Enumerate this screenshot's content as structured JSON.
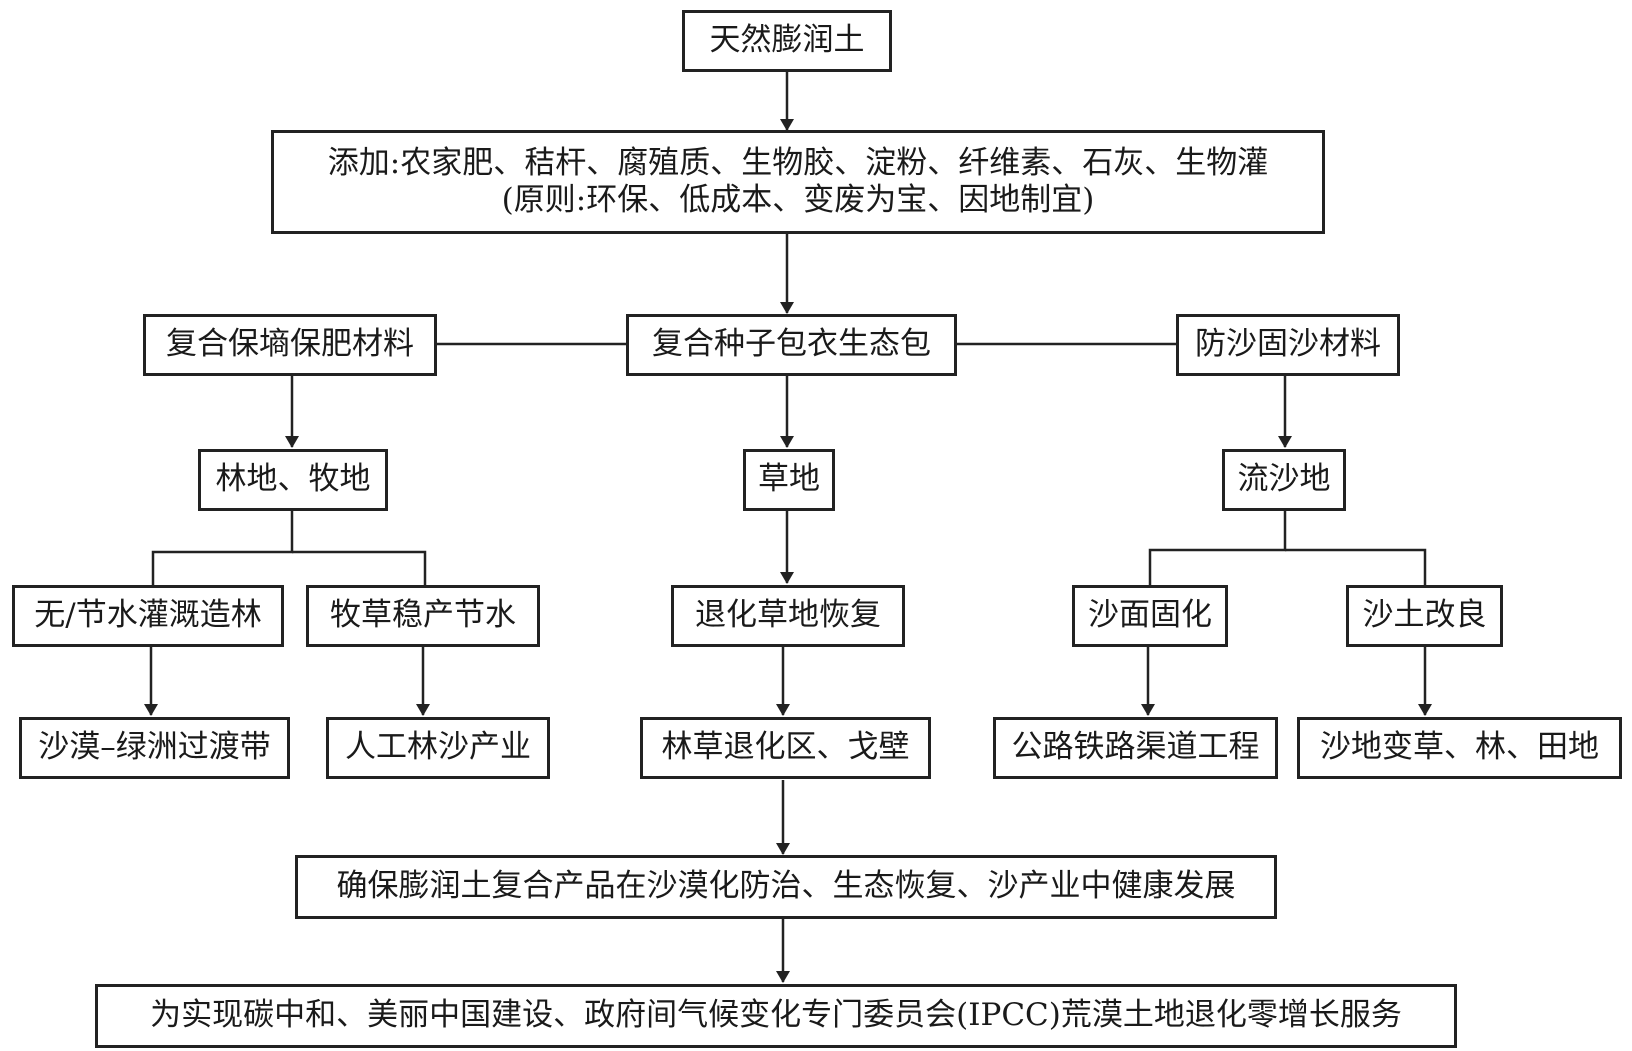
{
  "diagram": {
    "colors": {
      "stroke": "#222222",
      "text": "#1a1a1a",
      "background": "#ffffff"
    },
    "nodes": {
      "root": "天然膨润土",
      "additives": {
        "line1": "添加:农家肥、秸杆、腐殖质、生物胶、淀粉、纤维素、石灰、生物灌",
        "line2": "(原则:环保、低成本、变废为宝、因地制宜)"
      },
      "left_material": "复合保墒保肥材料",
      "center_material": "复合种子包衣生态包",
      "right_material": "防沙固沙材料",
      "left_land": "林地、牧地",
      "center_land": "草地",
      "right_land": "流沙地",
      "left_a": "无/节水灌溉造林",
      "left_b": "牧草稳产节水",
      "center_a": "退化草地恢复",
      "right_a": "沙面固化",
      "right_b": "沙土改良",
      "leaf_1": "沙漠–绿洲过渡带",
      "leaf_2": "人工林沙产业",
      "leaf_3": "林草退化区、戈壁",
      "leaf_4": "公路铁路渠道工程",
      "leaf_5": "沙地变草、林、田地",
      "goal": "确保膨润土复合产品在沙漠化防治、生态恢复、沙产业中健康发展",
      "final": "为实现碳中和、美丽中国建设、政府间气候变化专门委员会(IPCC)荒漠土地退化零增长服务"
    }
  }
}
